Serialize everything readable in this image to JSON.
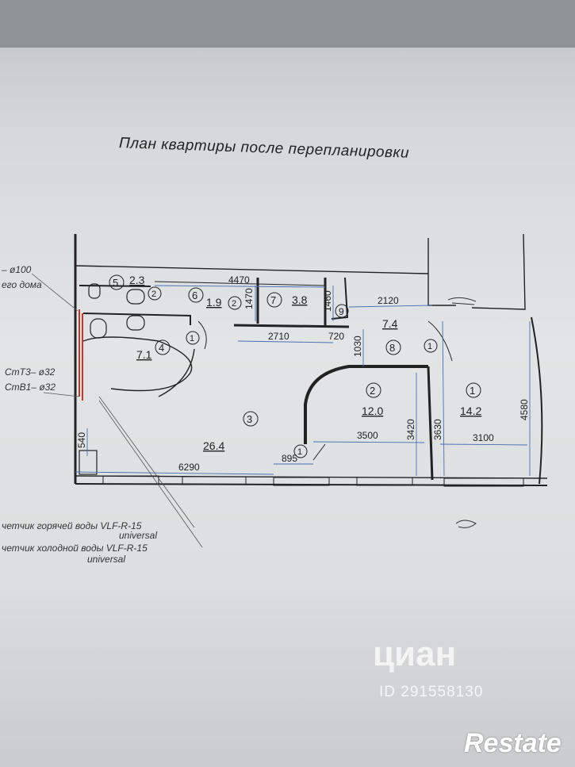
{
  "title": "План квартиры после перепланировки",
  "rooms": [
    {
      "num": "1",
      "area": "14.2"
    },
    {
      "num": "2",
      "area": "12.0"
    },
    {
      "num": "3",
      "area": "26.4"
    },
    {
      "num": "4",
      "area": "7.1"
    },
    {
      "num": "5",
      "area": "2.3"
    },
    {
      "num": "6",
      "area": "1.9"
    },
    {
      "num": "7",
      "area": "3.8"
    },
    {
      "num": "8",
      "area": "7.4"
    },
    {
      "num": "9",
      "area": ""
    }
  ],
  "dimensions": {
    "d4470": "4470",
    "d1470": "1470",
    "d1460": "1460",
    "d2120": "2120",
    "d2710": "2710",
    "d720": "720",
    "d1030": "1030",
    "d3500": "3500",
    "d3420": "3420",
    "d3630": "3630",
    "d3100": "3100",
    "d4580": "4580",
    "d6290": "6290",
    "d895": "895",
    "d540": "540"
  },
  "markers": {
    "door1": "1",
    "door2": "2"
  },
  "notes": {
    "pipe100": "– ø100",
    "house": "его дома",
    "st3": "СтТ3– ø32",
    "st1": "СтВ1– ø32",
    "meter_hot": "четчик горячей воды VLF-R-15",
    "meter_hot_2": "universal",
    "meter_cold": "четчик холодной воды VLF-R-15",
    "meter_cold_2": "universal"
  },
  "watermark": {
    "brand": "циан",
    "id": "ID 291558130"
  },
  "logo": "Restate"
}
